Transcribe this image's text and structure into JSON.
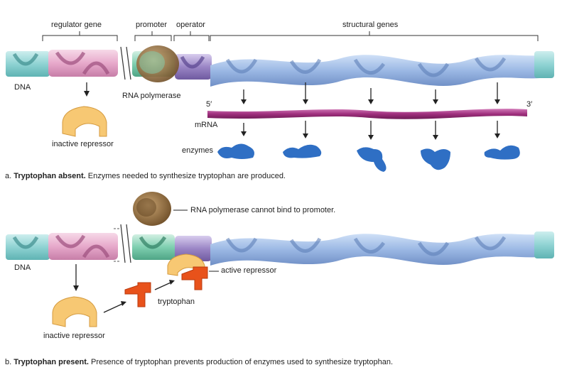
{
  "panel_a": {
    "labels": {
      "regulator_gene": "regulator gene",
      "promoter": "promoter",
      "operator": "operator",
      "structural_genes": "structural genes",
      "dna": "DNA",
      "rna_polymerase": "RNA polymerase",
      "five_prime": "5′",
      "three_prime": "3′",
      "mrna": "mRNA",
      "enzymes": "enzymes",
      "inactive_repressor": "inactive repressor"
    },
    "caption_prefix": "a. ",
    "caption_bold": "Tryptophan absent.",
    "caption_text": " Enzymes needed to synthesize tryptophan are produced."
  },
  "panel_b": {
    "labels": {
      "rna_polymerase_note": "RNA polymerase cannot bind to promoter.",
      "dna": "DNA",
      "active_repressor": "active repressor",
      "tryptophan": "tryptophan",
      "inactive_repressor": "inactive repressor"
    },
    "caption_prefix": "b. ",
    "caption_bold": "Tryptophan present.",
    "caption_text": "  Presence of tryptophan prevents production of enzymes used to synthesize tryptophan."
  },
  "colors": {
    "background": "#fbf3dc",
    "regulator_gene": "#e7a9cb",
    "promoter": "#7fcfb0",
    "operator": "#9b86c6",
    "structural_genes": "#9bb8e4",
    "dna_end": "#8fd3d3",
    "mrna": "#a0307e",
    "enzymes": "#2f6fc4",
    "repressor": "#f7c873",
    "tryptophan": "#e8521b",
    "rna_polymerase": "#8a6a3c"
  }
}
